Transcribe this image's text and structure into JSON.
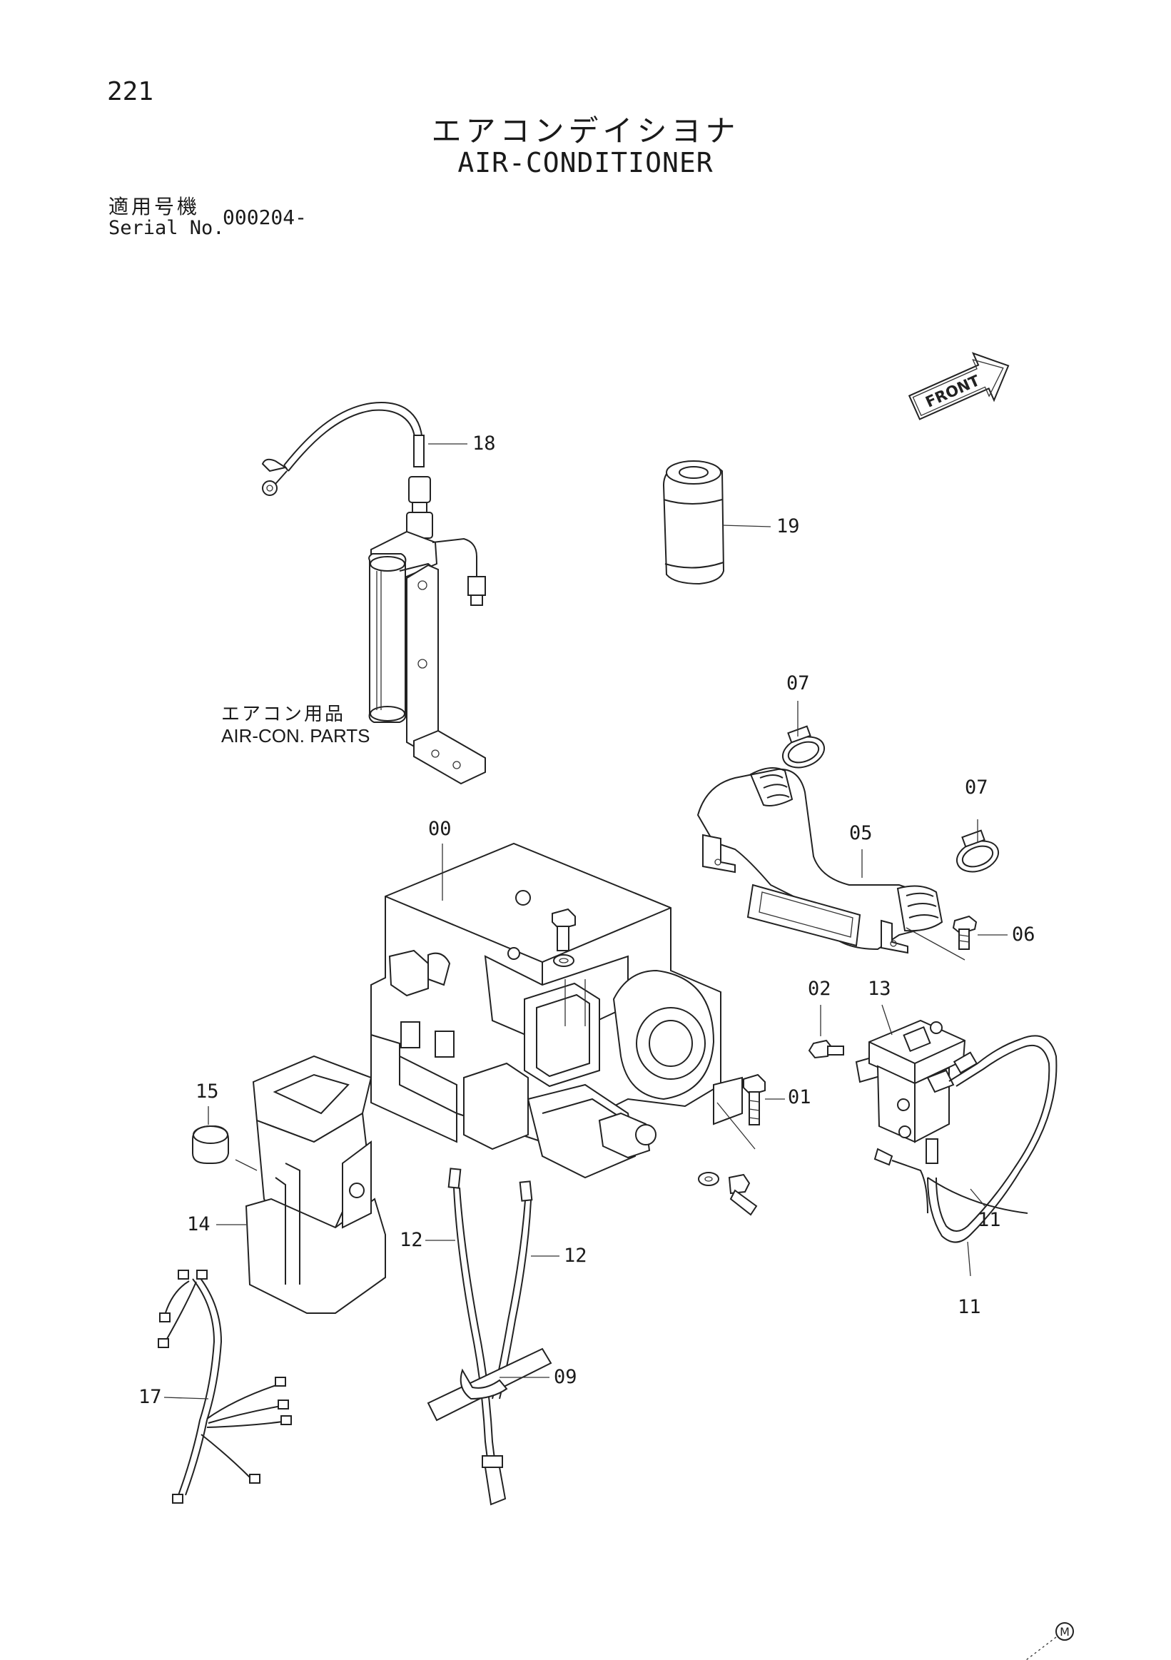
{
  "page": {
    "number": "221"
  },
  "title": {
    "japanese": "エアコンデイシヨナ",
    "english": "AIR-CONDITIONER"
  },
  "serial": {
    "label_ja": "適用号機",
    "label_en": "Serial No.",
    "value": "000204-"
  },
  "note": {
    "japanese": "エアコン用品",
    "english": "AIR-CON. PARTS"
  },
  "front_arrow": {
    "label": "FRONT"
  },
  "footer_mark": "M",
  "callouts": [
    {
      "id": "c18",
      "text": "18"
    },
    {
      "id": "c19",
      "text": "19"
    },
    {
      "id": "c07a",
      "text": "07"
    },
    {
      "id": "c07b",
      "text": "07"
    },
    {
      "id": "c05",
      "text": "05"
    },
    {
      "id": "c06",
      "text": "06"
    },
    {
      "id": "c00",
      "text": "00"
    },
    {
      "id": "c02",
      "text": "02"
    },
    {
      "id": "c13",
      "text": "13"
    },
    {
      "id": "c01",
      "text": "01"
    },
    {
      "id": "c15",
      "text": "15"
    },
    {
      "id": "c14",
      "text": "14"
    },
    {
      "id": "c12a",
      "text": "12"
    },
    {
      "id": "c12b",
      "text": "12"
    },
    {
      "id": "c11a",
      "text": "11"
    },
    {
      "id": "c11b",
      "text": "11"
    },
    {
      "id": "c17",
      "text": "17"
    },
    {
      "id": "c09",
      "text": "09"
    }
  ]
}
